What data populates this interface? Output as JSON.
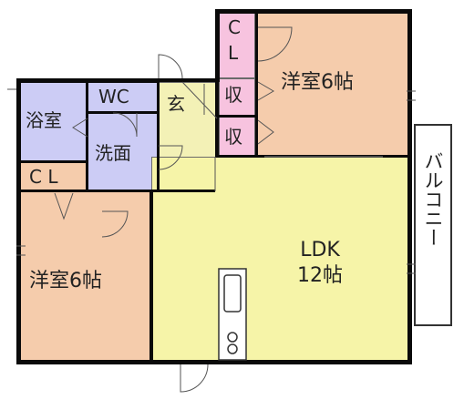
{
  "colors": {
    "wet_area": "#ccccf5",
    "bedroom": "#f5ccac",
    "ldk": "#f6f4a8",
    "entrance": "#f3f1b6",
    "storage": "#f7c3df",
    "balcony": "#ffffff",
    "wall": "#0a0a0a"
  },
  "rooms": {
    "bedroom_ne": {
      "name": "洋室6帖"
    },
    "bedroom_w": {
      "name": "洋室6帖"
    },
    "closet_ne": {
      "c": "C",
      "l": "L"
    },
    "closet_w": {
      "label": "C L"
    },
    "storage_1": {
      "label": "収"
    },
    "storage_2": {
      "label": "収"
    },
    "entrance": {
      "label": "玄"
    },
    "bath": {
      "label": "浴室"
    },
    "wc": {
      "label": "WC"
    },
    "washroom": {
      "label": "洗面"
    },
    "ldk": {
      "line1": "LDK",
      "line2": "12帖"
    },
    "balcony": {
      "label": "バルコニー"
    }
  }
}
